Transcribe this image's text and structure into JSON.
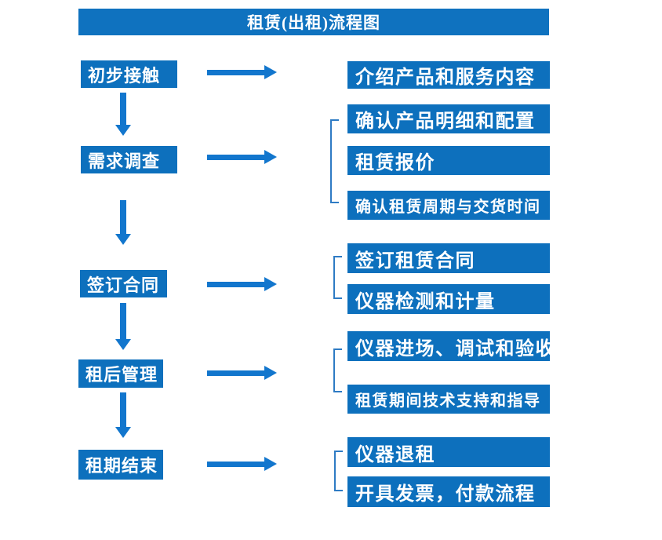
{
  "title": "租赁(出租)流程图",
  "colors": {
    "box_blue": "#0d70bd",
    "titlebar_blue": "#0f72bf",
    "arrow_blue": "#1276cd",
    "bracket_blue": "#2e7bc4",
    "text_white": "#ffffff",
    "background": "#ffffff"
  },
  "flow": {
    "stages": [
      {
        "label": "初步接触",
        "outputs": [
          "介绍产品和服务内容"
        ]
      },
      {
        "label": "需求调查",
        "outputs": [
          "确认产品明细和配置",
          "租赁报价",
          "确认租赁周期与交货时间"
        ]
      },
      {
        "label": "签订合同",
        "outputs": [
          "签订租赁合同",
          "仪器检测和计量"
        ]
      },
      {
        "label": "租后管理",
        "outputs": [
          "仪器进场、调试和验收",
          "租赁期间技术支持和指导"
        ]
      },
      {
        "label": "租期结束",
        "outputs": [
          "仪器退租",
          "开具发票，付款流程"
        ]
      }
    ]
  }
}
